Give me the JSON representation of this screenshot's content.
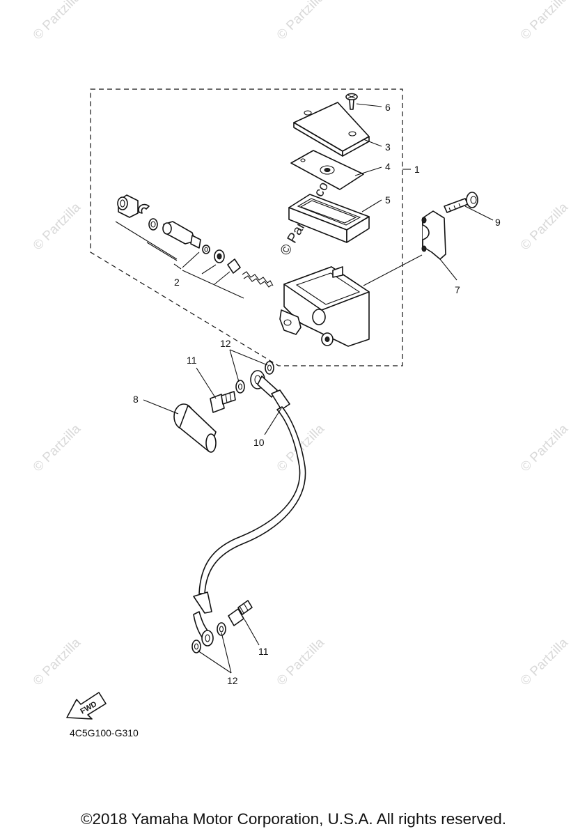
{
  "watermark": "© Partzilla",
  "watermark_center": "© Partzilla.com",
  "callouts": [
    "1",
    "2",
    "3",
    "4",
    "5",
    "6",
    "7",
    "8",
    "9",
    "10",
    "11",
    "11",
    "12",
    "12"
  ],
  "fwd_label": "FWD",
  "figure_code": "4C5G100-G310",
  "copyright": "©2018 Yamaha Motor Corporation, U.S.A. All rights reserved.",
  "colors": {
    "line": "#111111",
    "watermark": "#d9d9d9",
    "background": "#ffffff"
  }
}
